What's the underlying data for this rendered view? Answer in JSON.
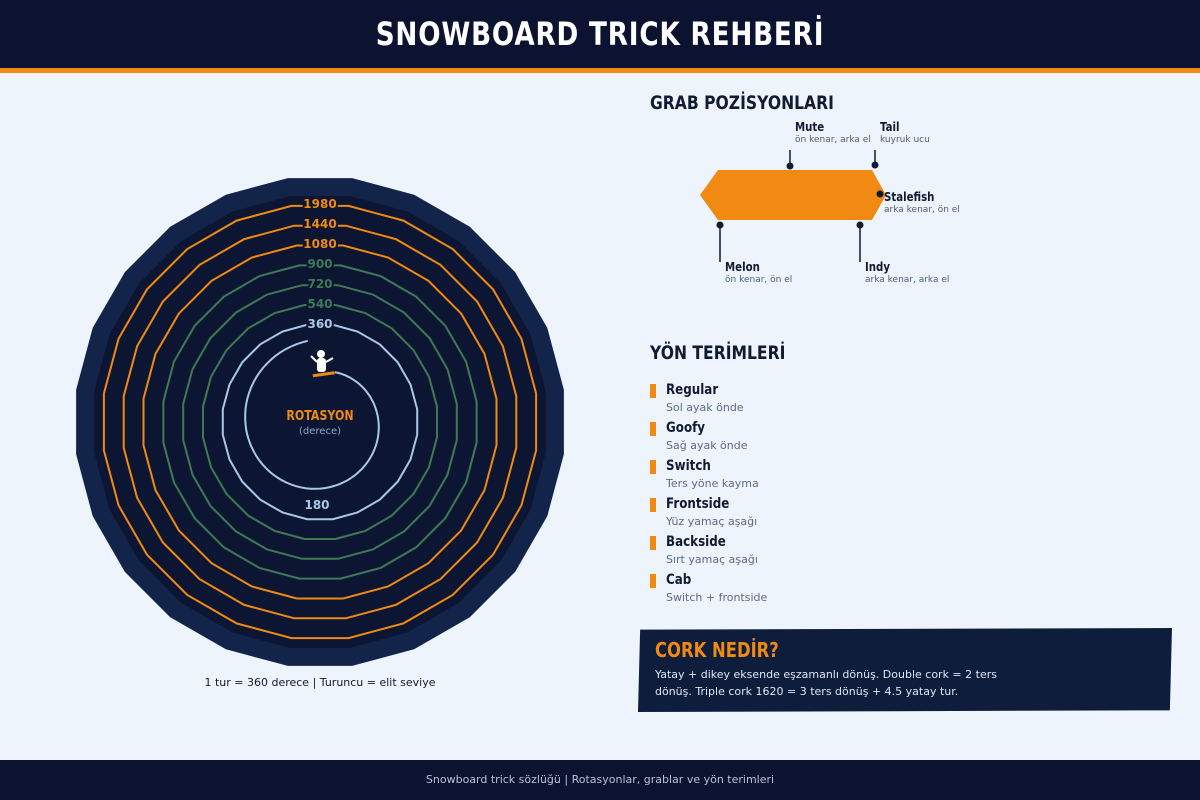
{
  "header": {
    "title": "SNOWBOARD TRICK REHBERİ"
  },
  "rotation": {
    "center_title": "ROTASYON",
    "center_subtitle": "(derece)",
    "spiral_label": "180",
    "rings": [
      {
        "label": "360",
        "color": "#a9c8e6",
        "level": "base"
      },
      {
        "label": "540",
        "color": "#3f7a55",
        "level": "mid"
      },
      {
        "label": "720",
        "color": "#3f7a55",
        "level": "mid"
      },
      {
        "label": "900",
        "color": "#3f7a55",
        "level": "mid"
      },
      {
        "label": "1080",
        "color": "#f08a12",
        "level": "elite"
      },
      {
        "label": "1440",
        "color": "#f08a12",
        "level": "elite"
      },
      {
        "label": "1980",
        "color": "#f08a12",
        "level": "elite"
      }
    ],
    "caption": "1 tur = 360 derece  |  Turuncu = elit seviye"
  },
  "grabs": {
    "title": "GRAB POZİSYONLARI",
    "board_color": "#f08a12",
    "items": [
      {
        "name": "Mute",
        "desc": "ön kenar, arka el"
      },
      {
        "name": "Tail",
        "desc": "kuyruk ucu"
      },
      {
        "name": "Stalefish",
        "desc": "arka kenar, ön el"
      },
      {
        "name": "Melon",
        "desc": "ön kenar, ön el"
      },
      {
        "name": "Indy",
        "desc": "arka kenar, arka el"
      }
    ]
  },
  "directions": {
    "title": "YÖN TERİMLERİ",
    "items": [
      {
        "name": "Regular",
        "desc": "Sol ayak önde"
      },
      {
        "name": "Goofy",
        "desc": "Sağ ayak önde"
      },
      {
        "name": "Switch",
        "desc": "Ters yöne kayma"
      },
      {
        "name": "Frontside",
        "desc": "Yüz yamaç aşağı"
      },
      {
        "name": "Backside",
        "desc": "Sırt yamaç aşağı"
      },
      {
        "name": "Cab",
        "desc": "Switch + frontside"
      }
    ]
  },
  "cork": {
    "title": "CORK NEDİR?",
    "text": "Yatay + dikey eksende eşzamanlı dönüş. Double cork = 2 ters dönüş. Triple cork 1620 = 3 ters dönüş + 4.5 yatay tur."
  },
  "footer": {
    "text": "Snowboard trick sözlüğü  |  Rotasyonlar, grablar ve yön terimleri"
  },
  "colors": {
    "accent": "#f08a12",
    "navy": "#0b1330",
    "background": "#eef4fb"
  }
}
